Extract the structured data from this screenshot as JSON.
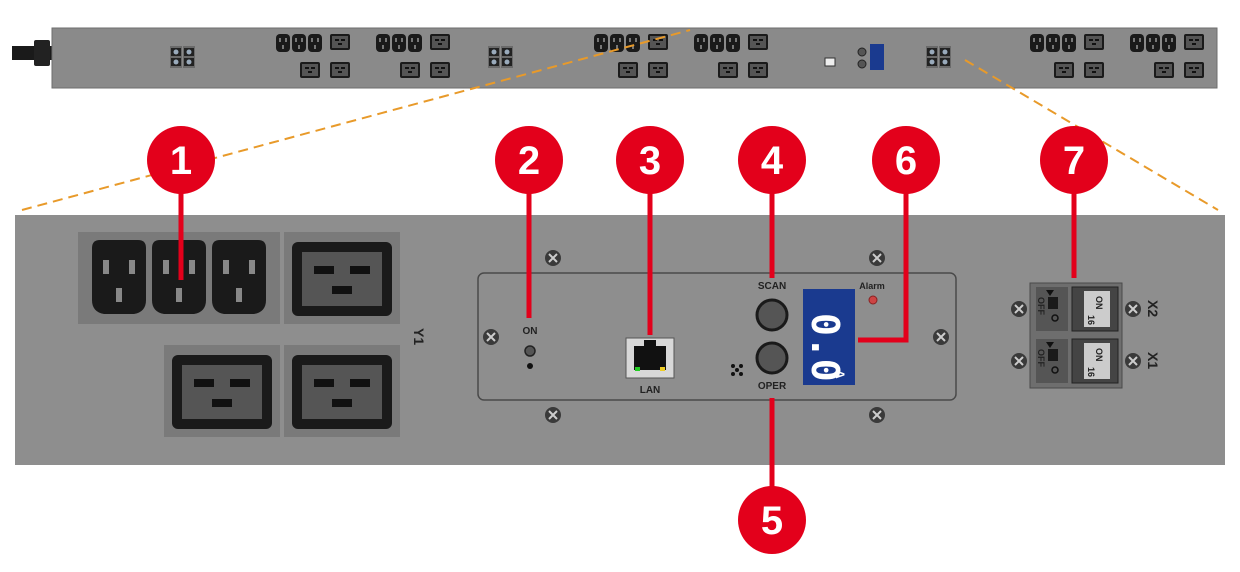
{
  "callouts": [
    "1",
    "2",
    "3",
    "4",
    "5",
    "6",
    "7"
  ],
  "panel": {
    "on_label": "ON",
    "lan_label": "LAN",
    "scan_label": "SCAN",
    "oper_label": "OPER",
    "alarm_label": "Alarm",
    "display_value": "0.0",
    "display_unit": "A",
    "bank_label": "Y1"
  },
  "breakers": [
    {
      "name": "X2",
      "off_label": "OFF",
      "on_label": "ON",
      "rating": "16"
    },
    {
      "name": "X1",
      "off_label": "OFF",
      "on_label": "ON",
      "rating": "16"
    }
  ],
  "colors": {
    "callout": "#e3001b",
    "chassis": "#8e8e8e",
    "display": "#1a3a8f",
    "leader": "#e89a2a"
  }
}
